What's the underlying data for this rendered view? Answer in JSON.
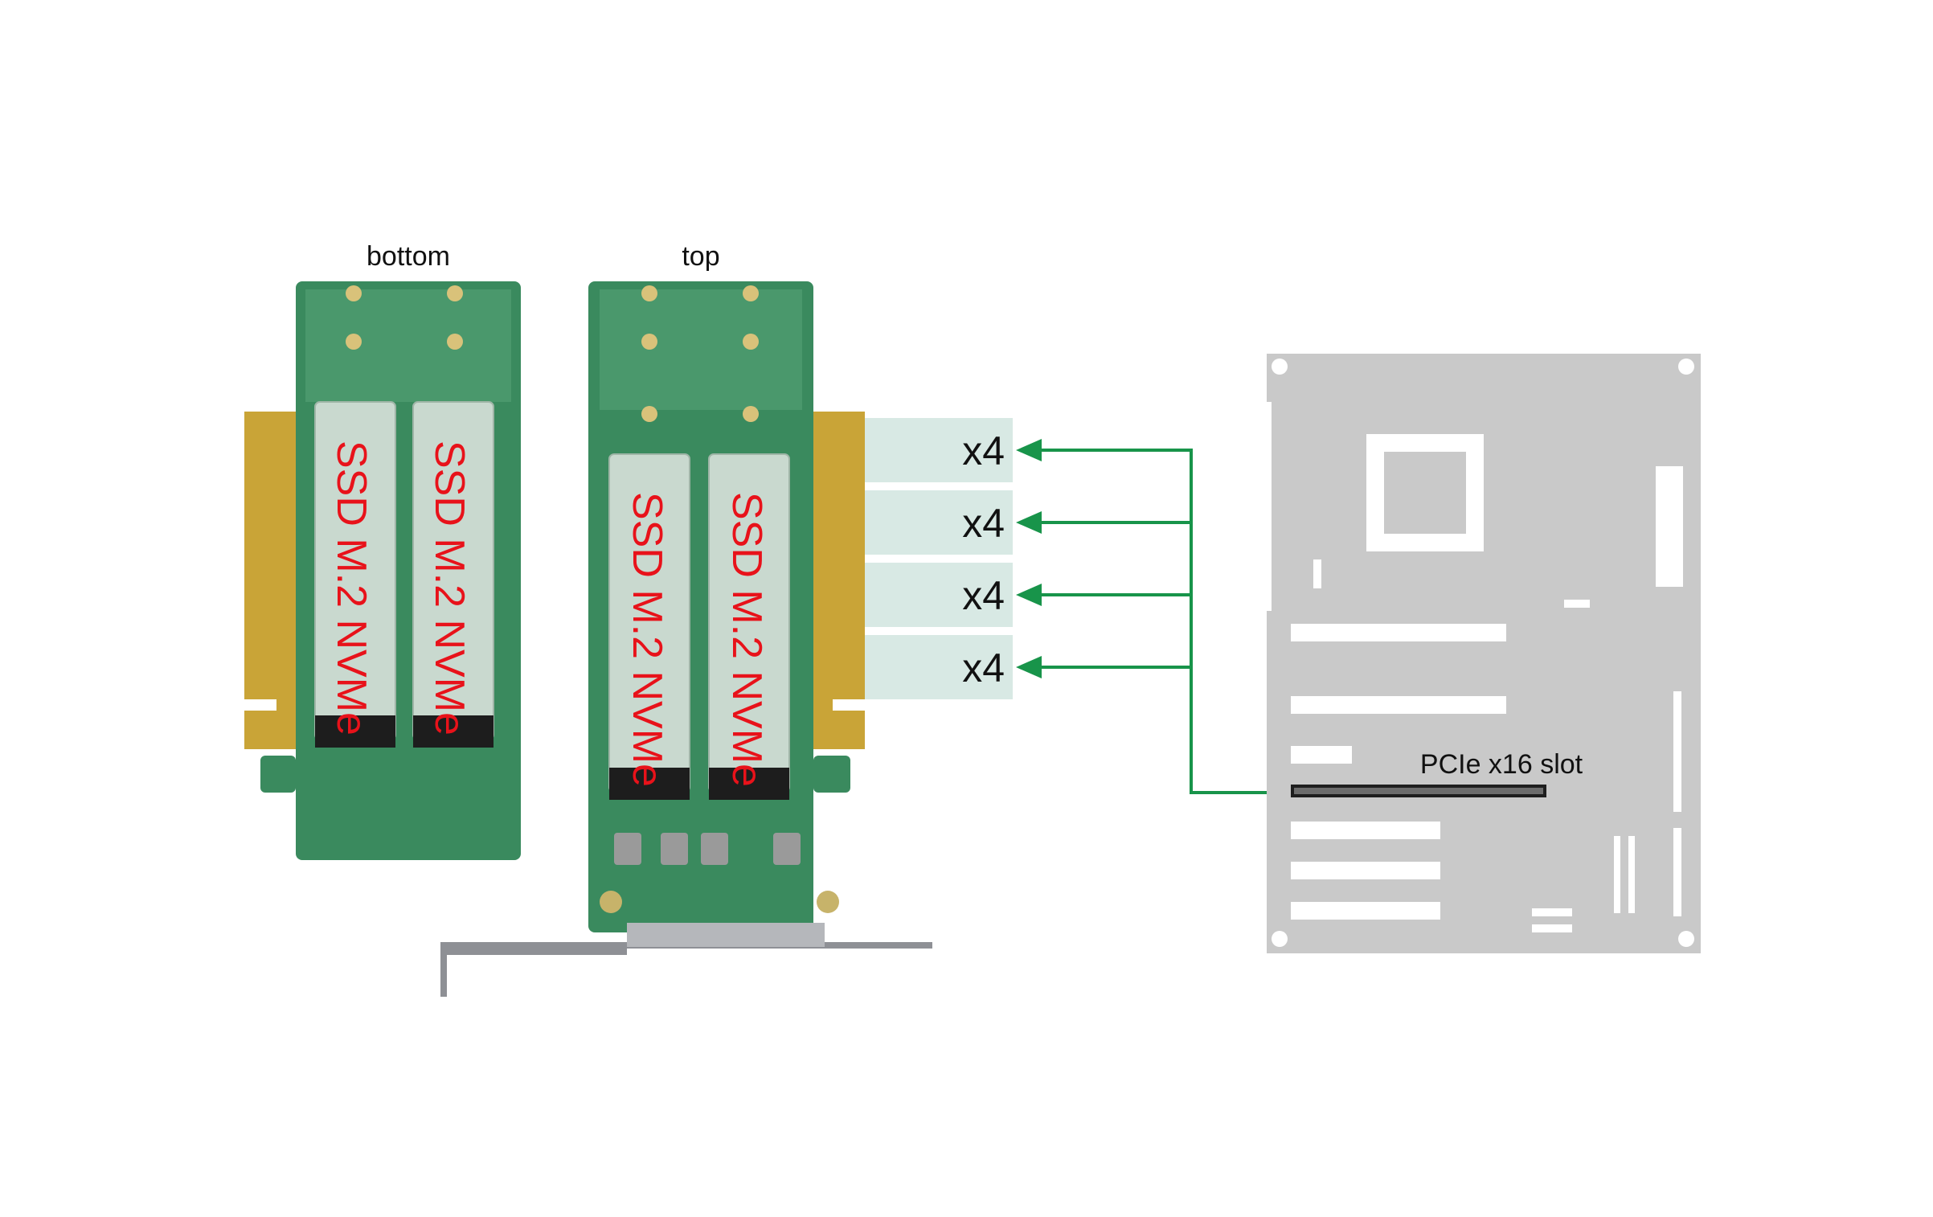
{
  "cards": {
    "bottom": {
      "label": "bottom",
      "ssd_labels": [
        "SSD M.2 NVMe",
        "SSD M.2 NVMe"
      ]
    },
    "top": {
      "label": "top",
      "ssd_labels": [
        "SSD M.2 NVMe",
        "SSD M.2 NVMe"
      ]
    }
  },
  "lanes": {
    "labels": [
      "x4",
      "x4",
      "x4",
      "x4"
    ],
    "arrow_color": "#18944a",
    "box_color": "#d8e9e4"
  },
  "motherboard": {
    "slot_label": "PCIe x16 slot",
    "color": "#c9c9c9"
  },
  "colors": {
    "ssd_text": "#e8121a",
    "pcb": "#3a8a5e",
    "gold_fingers": "#c9a437"
  }
}
